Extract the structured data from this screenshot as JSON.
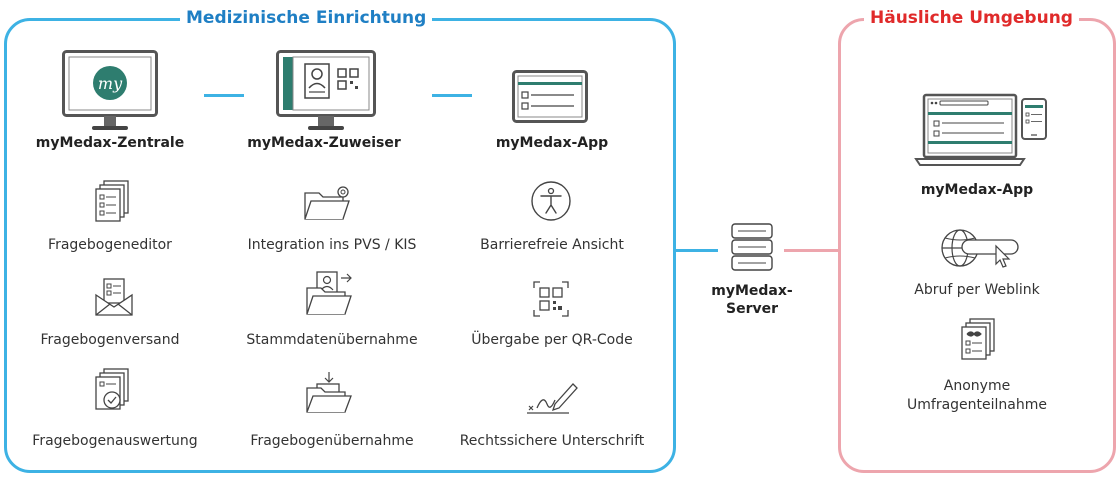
{
  "sections": {
    "left_title": "Medizinische Einrichtung",
    "right_title": "Häusliche Umgebung"
  },
  "devices": {
    "zentrale": "myMedax-Zentrale",
    "zuweiser": "myMedax-Zuweiser",
    "app_left": "myMedax-App",
    "app_right": "myMedax-App",
    "logo_text": "my"
  },
  "features": {
    "col1": [
      "Fragebogeneditor",
      "Fragebogenversand",
      "Fragebogenauswertung"
    ],
    "col2": [
      "Integration ins PVS / KIS",
      "Stammdatenübernahme",
      "Fragebogenübernahme"
    ],
    "col3": [
      "Barrierefreie Ansicht",
      "Übergabe per QR-Code",
      "Rechtssichere Unterschrift"
    ],
    "home": [
      "Abruf per Weblink",
      "Anonyme",
      "Umfragenteilnahme"
    ]
  },
  "server": {
    "line1": "myMedax-",
    "line2": "Server"
  },
  "colors": {
    "left_frame": "#3db2e4",
    "right_frame": "#eda5ad",
    "left_title": "#1f7fc4",
    "right_title": "#e02a2a",
    "teal": "#2e7d6f"
  },
  "icons": {
    "zentrale": "monitor-logo-icon",
    "zuweiser": "monitor-id-qr-icon",
    "app_left": "tablet-icon",
    "app_right": "laptop-phone-icon",
    "server": "database-server-icon"
  }
}
